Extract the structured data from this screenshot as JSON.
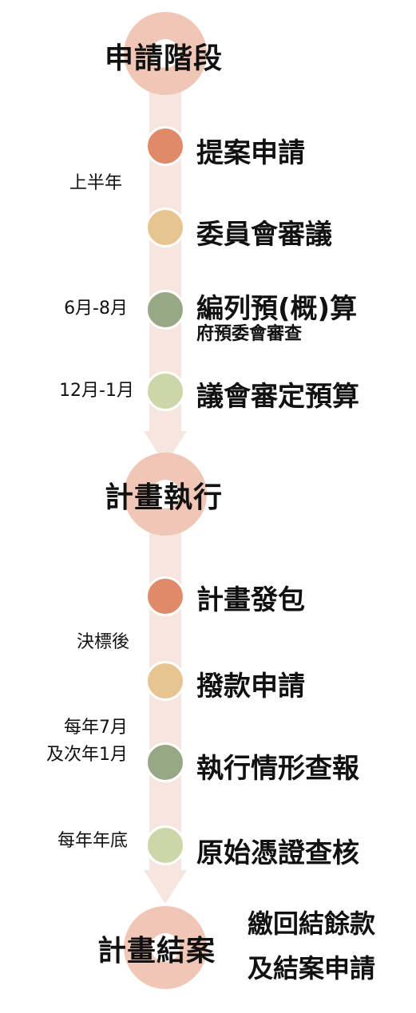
{
  "phases": {
    "apply": "申請階段",
    "execute": "計畫執行",
    "close": "計畫結案"
  },
  "steps": {
    "proposal": "提案申請",
    "committee": "委員會審議",
    "budget": "編列預(概)算",
    "budget_sub": "府預委會審查",
    "council": "議會審定預算",
    "contract": "計畫發包",
    "payment": "撥款申請",
    "report": "執行情形查報",
    "voucher": "原始憑證查核"
  },
  "final": {
    "line1": "繳回結餘款",
    "line2": "及結案申請"
  },
  "timing": {
    "first_half": "上半年",
    "jun_aug": "6月-8月",
    "dec_jan": "12月-1月",
    "after_bid": "決標後",
    "jul_line1": "每年7月",
    "jul_line2": "及次年1月",
    "year_end": "每年年底"
  },
  "colors": {
    "track": "#f6e6df",
    "ring": "#f0c7b6",
    "dot_orange": "#df8a68",
    "dot_tan": "#e7c591",
    "dot_green": "#97a886",
    "dot_light": "#ccd6a8"
  }
}
